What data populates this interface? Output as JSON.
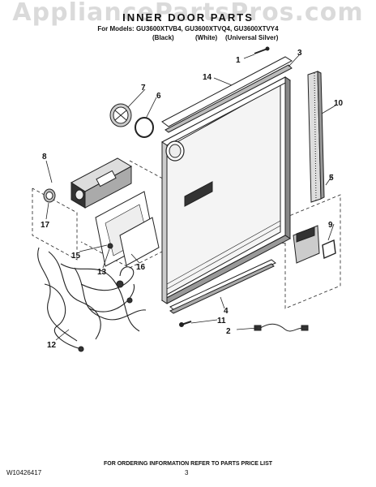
{
  "header": {
    "watermark": "AppliancePartsPros.com",
    "title": "INNER DOOR PARTS",
    "models": "For Models: GU3600XTVB4, GU3600XTVQ4, GU3600XTVY4",
    "color_black": "(Black)",
    "color_white": "(White)",
    "color_silver": "(Universal Silver)"
  },
  "callouts": [
    "1",
    "2",
    "3",
    "4",
    "5",
    "6",
    "7",
    "8",
    "9",
    "10",
    "11",
    "12",
    "13",
    "14",
    "15",
    "16",
    "17"
  ],
  "footer": {
    "ordering_note": "FOR ORDERING INFORMATION REFER TO PARTS PRICE LIST",
    "doc_code": "W10426417",
    "page_number": "3"
  },
  "colors": {
    "line": "#222222",
    "shade": "#8a8a8a",
    "light": "#d0d0d0"
  }
}
